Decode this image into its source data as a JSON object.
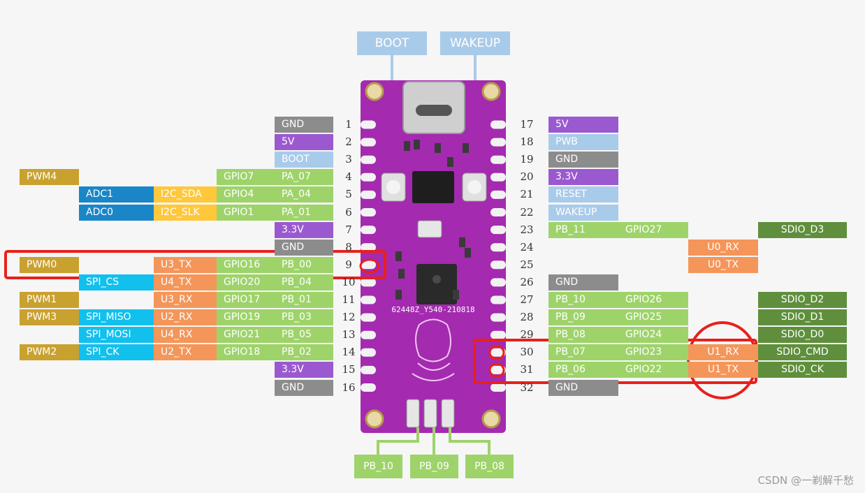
{
  "colors": {
    "gnd": "#8c8c8c",
    "power": "#9b59d0",
    "boot": "#a9cbea",
    "gpio": "#9ed36a",
    "uart": "#f4965a",
    "i2c": "#ffc83a",
    "adc": "#1a86c8",
    "spi": "#12c0ee",
    "pwm": "#c9a12f",
    "sdio": "#5f8f3c",
    "highlight": "#e8201c",
    "board": "#a42ab0"
  },
  "top_buttons": {
    "boot": "BOOT",
    "wakeup": "WAKEUP"
  },
  "left_pins": [
    {
      "num": "1",
      "pin": "GND",
      "kind": "gnd"
    },
    {
      "num": "2",
      "pin": "5V",
      "kind": "power"
    },
    {
      "num": "3",
      "pin": "BOOT",
      "kind": "boot"
    },
    {
      "num": "4",
      "pin": "PA_07",
      "gpio": "GPIO7",
      "pwm": "PWM4"
    },
    {
      "num": "5",
      "pin": "PA_04",
      "gpio": "GPIO4",
      "i2c": "I2C_SDA",
      "adc": "ADC1"
    },
    {
      "num": "6",
      "pin": "PA_01",
      "gpio": "GPIO1",
      "i2c": "I2C_SLK",
      "adc": "ADC0"
    },
    {
      "num": "7",
      "pin": "3.3V",
      "kind": "power"
    },
    {
      "num": "8",
      "pin": "GND",
      "kind": "gnd"
    },
    {
      "num": "9",
      "pin": "PB_00",
      "gpio": "GPIO16",
      "uart": "U3_TX",
      "pwm": "PWM0"
    },
    {
      "num": "10",
      "pin": "PB_04",
      "gpio": "GPIO20",
      "uart": "U4_TX",
      "spi": "SPI_CS"
    },
    {
      "num": "11",
      "pin": "PB_01",
      "gpio": "GPIO17",
      "uart": "U3_RX",
      "pwm": "PWM1"
    },
    {
      "num": "12",
      "pin": "PB_03",
      "gpio": "GPIO19",
      "uart": "U2_RX",
      "spi": "SPI_MISO",
      "pwm": "PWM3"
    },
    {
      "num": "13",
      "pin": "PB_05",
      "gpio": "GPIO21",
      "uart": "U4_RX",
      "spi": "SPI_MOSI"
    },
    {
      "num": "14",
      "pin": "PB_02",
      "gpio": "GPIO18",
      "uart": "U2_TX",
      "spi": "SPI_CK",
      "pwm": "PWM2"
    },
    {
      "num": "15",
      "pin": "3.3V",
      "kind": "power"
    },
    {
      "num": "16",
      "pin": "GND",
      "kind": "gnd"
    }
  ],
  "right_pins": [
    {
      "num": "17",
      "pin": "5V",
      "kind": "power"
    },
    {
      "num": "18",
      "pin": "PWB",
      "kind": "boot"
    },
    {
      "num": "19",
      "pin": "GND",
      "kind": "gnd"
    },
    {
      "num": "20",
      "pin": "3.3V",
      "kind": "power"
    },
    {
      "num": "21",
      "pin": "RESET",
      "kind": "boot"
    },
    {
      "num": "22",
      "pin": "WAKEUP",
      "kind": "boot"
    },
    {
      "num": "23",
      "pin": "PB_11",
      "gpio": "GPIO27",
      "sdio": "SDIO_D3"
    },
    {
      "num": "24",
      "uart": "U0_RX"
    },
    {
      "num": "25",
      "uart": "U0_TX"
    },
    {
      "num": "26",
      "pin": "GND",
      "kind": "gnd"
    },
    {
      "num": "27",
      "pin": "PB_10",
      "gpio": "GPIO26",
      "sdio": "SDIO_D2"
    },
    {
      "num": "28",
      "pin": "PB_09",
      "gpio": "GPIO25",
      "sdio": "SDIO_D1"
    },
    {
      "num": "29",
      "pin": "PB_08",
      "gpio": "GPIO24",
      "sdio": "SDIO_D0"
    },
    {
      "num": "30",
      "pin": "PB_07",
      "gpio": "GPIO23",
      "uart": "U1_RX",
      "sdio": "SDIO_CMD"
    },
    {
      "num": "31",
      "pin": "PB_06",
      "gpio": "GPIO22",
      "uart": "U1_TX",
      "sdio": "SDIO_CK"
    },
    {
      "num": "32",
      "pin": "GND",
      "kind": "gnd"
    }
  ],
  "bottom_leds": [
    "PB_10",
    "PB_09",
    "PB_08"
  ],
  "board_text": "62448Z_Y540-210818",
  "watermark": "CSDN @一剃解千愁"
}
